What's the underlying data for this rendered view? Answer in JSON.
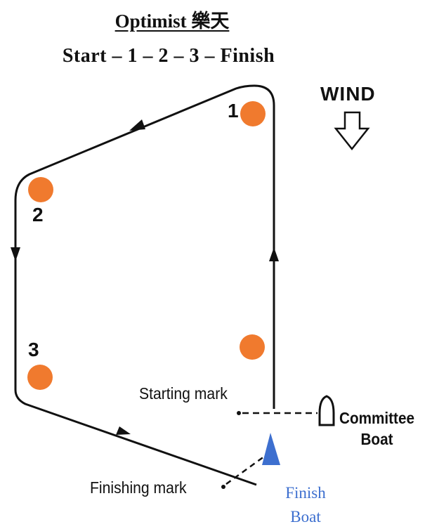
{
  "title": "Optimist 樂天",
  "sequence": "Start – 1 – 2 – 3 – Finish",
  "wind_label": "WIND",
  "marks": [
    {
      "label": "1"
    },
    {
      "label": "2"
    },
    {
      "label": "3"
    },
    {
      "label": ""
    }
  ],
  "starting_mark_label": "Starting mark",
  "finishing_mark_label": "Finishing mark",
  "committee_boat_label_line1": "Committee",
  "committee_boat_label_line2": "Boat",
  "finish_boat_label_line1": "Finish",
  "finish_boat_label_line2": "Boat",
  "colors": {
    "mark": "#f07a2e",
    "finish_boat": "#3d6fcf",
    "course_line": "#111111"
  }
}
